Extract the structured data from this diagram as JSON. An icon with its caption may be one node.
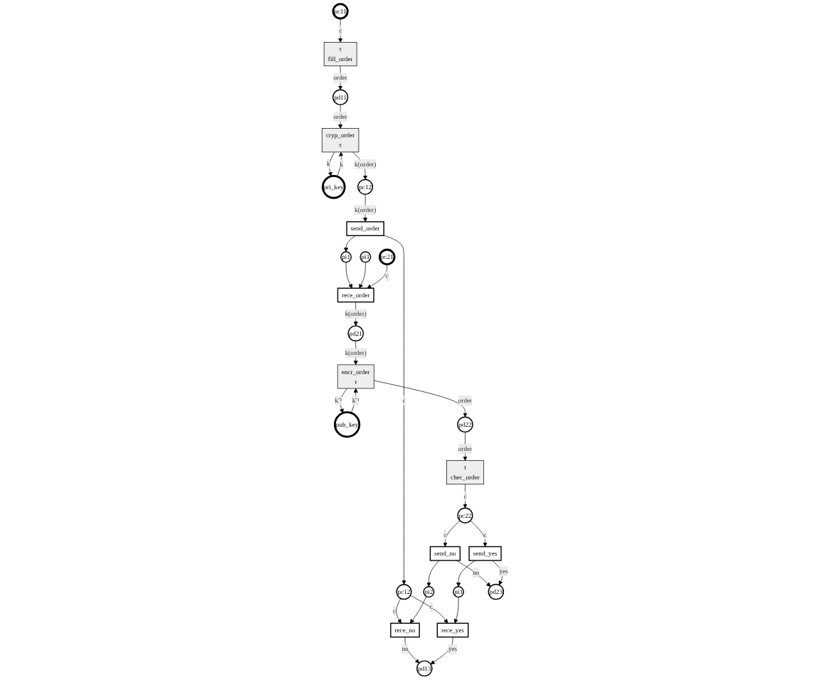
{
  "diagram": {
    "nodes": [
      {
        "text": [
          "pc11"
        ]
      },
      {
        "text": [
          "τ",
          "fill_order"
        ]
      },
      {
        "text": [
          "pd11"
        ]
      },
      {
        "text": [
          "pri_key"
        ]
      },
      {
        "text": [
          "cryp_order",
          "τ"
        ]
      },
      {
        "text": [
          "pc12"
        ]
      },
      {
        "text": [
          "send_order"
        ]
      },
      {
        "text": [
          "pi1"
        ]
      },
      {
        "text": [
          "pi1"
        ]
      },
      {
        "text": [
          "pc21"
        ]
      },
      {
        "text": [
          "rece_order"
        ]
      },
      {
        "text": [
          "pd21"
        ]
      },
      {
        "text": [
          "pub_key"
        ]
      },
      {
        "text": [
          "encr_order",
          "τ"
        ]
      },
      {
        "text": [
          "pd22"
        ]
      },
      {
        "text": [
          "τ",
          "chec_order"
        ]
      },
      {
        "text": [
          "pc22"
        ]
      },
      {
        "text": [
          "pc12"
        ]
      },
      {
        "text": [
          "pi2"
        ]
      },
      {
        "text": [
          "rece_no"
        ]
      },
      {
        "text": [
          "rece_yes"
        ]
      },
      {
        "text": [
          "send_no"
        ]
      },
      {
        "text": [
          "send_yes"
        ]
      },
      {
        "text": [
          "pd13"
        ]
      },
      {
        "text": [
          "pi3"
        ]
      },
      {
        "text": [
          "pd23"
        ]
      }
    ],
    "edges": [
      {
        "from": 0,
        "to": 1,
        "arrow": "to",
        "label": "c"
      },
      {
        "from": 1,
        "to": 2,
        "arrow": "to",
        "label": "order"
      },
      {
        "from": 2,
        "to": 4,
        "arrow": "to",
        "label": "order"
      },
      {
        "from": 3,
        "to": 4,
        "arrow": "to",
        "label": "k"
      },
      {
        "from": 4,
        "to": 3,
        "arrow": "to",
        "label": "k"
      },
      {
        "from": 4,
        "to": 5,
        "arrow": "to",
        "label": "k(order)"
      },
      {
        "from": 5,
        "to": 6,
        "arrow": "to",
        "label": "k(order)"
      },
      {
        "from": 6,
        "to": 7,
        "arrow": "to"
      },
      {
        "from": 7,
        "to": 10,
        "arrow": "to"
      },
      {
        "from": 8,
        "to": 10,
        "arrow": "to"
      },
      {
        "from": 9,
        "to": 10,
        "arrow": "to",
        "label": "c"
      },
      {
        "from": 10,
        "to": 11,
        "arrow": "to",
        "label": "k(order)"
      },
      {
        "from": 11,
        "to": 13,
        "arrow": "to",
        "label": "k(order)"
      },
      {
        "from": 12,
        "to": 13,
        "arrow": "to",
        "label": "k⁻¹"
      },
      {
        "from": 13,
        "to": 12,
        "arrow": "to",
        "label": "k⁻¹"
      },
      {
        "from": 13,
        "to": 14,
        "arrow": "to",
        "label": "order"
      },
      {
        "from": 14,
        "to": 15,
        "arrow": "to",
        "label": "order"
      },
      {
        "from": 15,
        "to": 16,
        "arrow": "to",
        "label": "c"
      },
      {
        "from": 6,
        "to": 17,
        "arrow": "to",
        "label": "c"
      },
      {
        "from": 17,
        "to": 19,
        "arrow": "to",
        "label": "c"
      },
      {
        "from": 17,
        "to": 20,
        "arrow": "to",
        "label": "c"
      },
      {
        "from": 16,
        "to": 21,
        "arrow": "to",
        "label": "c"
      },
      {
        "from": 16,
        "to": 22,
        "arrow": "to",
        "label": "c"
      },
      {
        "from": 21,
        "to": 18,
        "arrow": "to"
      },
      {
        "from": 18,
        "to": 19,
        "arrow": "to"
      },
      {
        "from": 22,
        "to": 24,
        "arrow": "to"
      },
      {
        "from": 24,
        "to": 20,
        "arrow": "to"
      },
      {
        "from": 19,
        "to": 23,
        "arrow": "to",
        "label": "no"
      },
      {
        "from": 20,
        "to": 23,
        "arrow": "to",
        "label": "yes"
      },
      {
        "from": 21,
        "to": 25,
        "arrow": "to",
        "label": "no"
      },
      {
        "from": 22,
        "to": 25,
        "arrow": "to",
        "label": "yes"
      }
    ]
  }
}
